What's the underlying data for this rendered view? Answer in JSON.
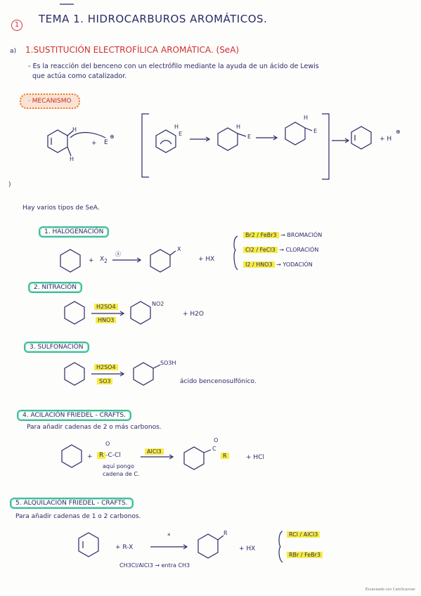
{
  "header": {
    "circle_num": "1",
    "title": "TEMA 1. HIDROCARBUROS AROMÁTICOS."
  },
  "section1": {
    "letter": "a)",
    "title": "1.SUSTITUCIÓN ELECTROFÍLICA AROMÁTICA. (SeA)",
    "desc_line1": "- Es la reacción del benceno con un electrófilo mediante la ayuda de un ácido de Lewis",
    "desc_line2": "que actúa como catalizador.",
    "mechanism_label": "· MECANISMO"
  },
  "mechanism": {
    "H_top": "H",
    "H_bottom": "H",
    "plus": "+",
    "electrophile": "E",
    "charge": "⊕",
    "inter1_H": "H",
    "inter1_E": "E",
    "inter2_H": "H",
    "inter2_E": "E",
    "inter3_H": "H",
    "inter3_E": "E",
    "product_plus": "+ H",
    "product_charge": "⊕"
  },
  "types_line": "Hay varios tipos de SeA.",
  "side_bracket_mark": ")",
  "halogenation": {
    "label": "1. HALOGENACIÓN",
    "reagent": "X",
    "reagent_sub": "2",
    "catalyst_mark": "ⓐ",
    "product_X": "X",
    "byproduct": "+ HX",
    "plus": "+",
    "options": [
      {
        "reagent": "Br2 / FeBr3",
        "result": "→ BROMACIÓN"
      },
      {
        "reagent": "Cl2 / FeCl3",
        "result": "→ CLORACIÓN"
      },
      {
        "reagent": "I2 / HNO3",
        "result": "→ YODACIÓN"
      }
    ]
  },
  "nitration": {
    "label": "2. NITRACIÓN",
    "top": "H2SO4",
    "bottom": "HNO3",
    "product_group": "NO2",
    "byproduct": "+ H2O"
  },
  "sulfonation": {
    "label": "3. SULFONACIÓN",
    "top": "H2SO4",
    "bottom": "SO3",
    "product_group": "SO3H",
    "product_name": "ácido bencenosulfónico."
  },
  "acylation": {
    "label": "4. ACILACIÓN FRIEDEL - CRAFTS.",
    "desc": "Para añadir cadenas de 2 o más carbonos.",
    "reagent_R": "R",
    "reagent_rest": "-C-Cl",
    "reagent_O": "O",
    "catalyst": "AlCl3",
    "note_line1": "aquí pongo",
    "note_line2": "cadena de C.",
    "product_O": "O",
    "product_C": "C",
    "product_R": "R",
    "plus": "+",
    "byproduct": "+ HCl"
  },
  "alkylation": {
    "label": "5. ALQUILACIÓN FRIEDEL - CRAFTS.",
    "desc": "Para añadir cadenas de 1 o 2 carbonos.",
    "reagent": "+ R-X",
    "star": "*",
    "note": "CH3Cl/AlCl3 → entra CH3",
    "product_R": "R",
    "byproduct": "+ HX",
    "options": [
      "RCl / AlCl3",
      "RBr / FeBr3"
    ]
  },
  "footer": "Escaneado con CamScanner"
}
